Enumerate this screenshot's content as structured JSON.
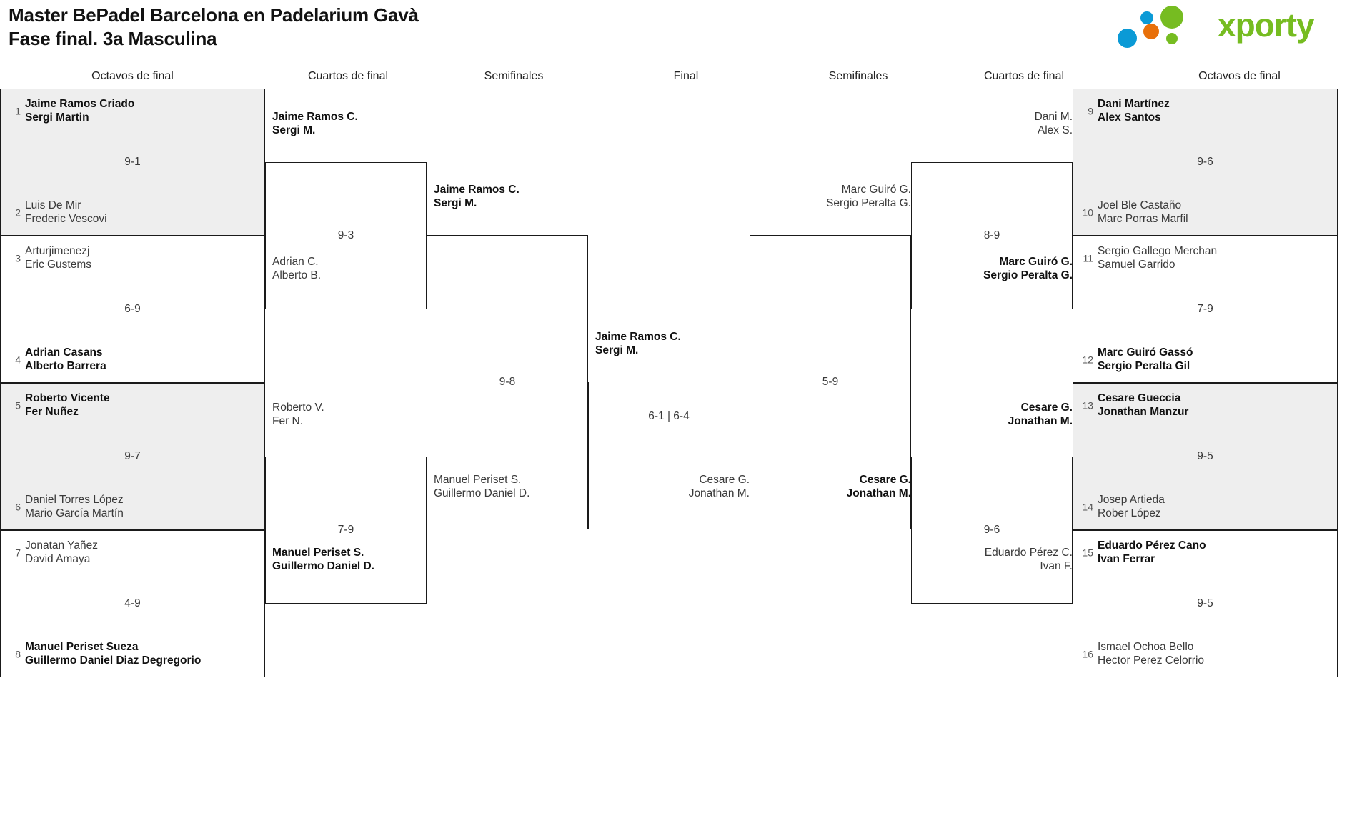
{
  "header": {
    "title_line1": "Master BePadel Barcelona en Padelarium Gavà",
    "title_line2": "Fase final. 3a Masculina",
    "logo_text": "xporty",
    "logo_colors": {
      "green": "#76bc21",
      "blue": "#0b9ad6",
      "orange": "#e8700a"
    }
  },
  "round_labels": {
    "left_r16": "Octavos de final",
    "left_qf": "Cuartos de final",
    "left_sf": "Semifinales",
    "final": "Final",
    "right_sf": "Semifinales",
    "right_qf": "Cuartos de final",
    "right_r16": "Octavos de final"
  },
  "left_r16": [
    {
      "seed": "1",
      "p1": "Jaime Ramos Criado",
      "p2": "Sergi Martin",
      "winner": true
    },
    {
      "seed": "2",
      "p1": "Luis De Mir",
      "p2": "Frederic Vescovi",
      "winner": false
    },
    {
      "seed": "3",
      "p1": "Arturjimenezj",
      "p2": "Eric Gustems",
      "winner": false
    },
    {
      "seed": "4",
      "p1": "Adrian Casans",
      "p2": "Alberto Barrera",
      "winner": true
    },
    {
      "seed": "5",
      "p1": "Roberto Vicente",
      "p2": "Fer Nuñez",
      "winner": true
    },
    {
      "seed": "6",
      "p1": "Daniel Torres López",
      "p2": "Mario García Martín",
      "winner": false
    },
    {
      "seed": "7",
      "p1": "Jonatan Yañez",
      "p2": "David Amaya",
      "winner": false
    },
    {
      "seed": "8",
      "p1": "Manuel Periset Sueza",
      "p2": "Guillermo Daniel Diaz Degregorio",
      "winner": true
    }
  ],
  "left_r16_scores": [
    "9-1",
    "6-9",
    "9-7",
    "4-9"
  ],
  "left_qf": [
    {
      "p1": "Jaime Ramos C.",
      "p2": "Sergi M.",
      "winner": true
    },
    {
      "p1": "Adrian C.",
      "p2": "Alberto B.",
      "winner": false
    },
    {
      "p1": "Roberto V.",
      "p2": "Fer N.",
      "winner": false
    },
    {
      "p1": "Manuel Periset S.",
      "p2": "Guillermo Daniel D.",
      "winner": true
    }
  ],
  "left_qf_scores": [
    "9-3",
    "7-9"
  ],
  "left_sf": [
    {
      "p1": "Jaime Ramos C.",
      "p2": "Sergi M.",
      "winner": true
    },
    {
      "p1": "Manuel Periset S.",
      "p2": "Guillermo Daniel D.",
      "winner": false
    }
  ],
  "left_sf_scores": [
    "9-8"
  ],
  "final": {
    "left": {
      "p1": "Jaime Ramos C.",
      "p2": "Sergi M.",
      "winner": true
    },
    "right": {
      "p1": "Cesare G.",
      "p2": "Jonathan M.",
      "winner": false
    },
    "score": "6-1 | 6-4"
  },
  "right_sf": [
    {
      "p1": "Marc Guiró G.",
      "p2": "Sergio Peralta G.",
      "winner": false
    },
    {
      "p1": "Cesare G.",
      "p2": "Jonathan M.",
      "winner": true
    }
  ],
  "right_sf_scores": [
    "5-9"
  ],
  "right_qf": [
    {
      "p1": "Dani M.",
      "p2": "Alex S.",
      "winner": false
    },
    {
      "p1": "Marc Guiró G.",
      "p2": "Sergio Peralta G.",
      "winner": true
    },
    {
      "p1": "Cesare G.",
      "p2": "Jonathan M.",
      "winner": true
    },
    {
      "p1": "Eduardo Pérez C.",
      "p2": "Ivan F.",
      "winner": false
    }
  ],
  "right_qf_scores": [
    "8-9",
    "9-6"
  ],
  "right_r16": [
    {
      "seed": "9",
      "p1": "Dani Martínez",
      "p2": "Alex Santos",
      "winner": true
    },
    {
      "seed": "10",
      "p1": "Joel Ble Castaño",
      "p2": "Marc Porras Marfil",
      "winner": false
    },
    {
      "seed": "11",
      "p1": "Sergio Gallego Merchan",
      "p2": "Samuel Garrido",
      "winner": false
    },
    {
      "seed": "12",
      "p1": "Marc Guiró Gassó",
      "p2": "Sergio Peralta Gil",
      "winner": true
    },
    {
      "seed": "13",
      "p1": "Cesare Gueccia",
      "p2": "Jonathan Manzur",
      "winner": true
    },
    {
      "seed": "14",
      "p1": "Josep Artieda",
      "p2": "Rober López",
      "winner": false
    },
    {
      "seed": "15",
      "p1": "Eduardo Pérez Cano",
      "p2": "Ivan Ferrar",
      "winner": true
    },
    {
      "seed": "16",
      "p1": "Ismael Ochoa Bello",
      "p2": "Hector Perez Celorrio",
      "winner": false
    }
  ],
  "right_r16_scores": [
    "9-6",
    "7-9",
    "9-5",
    "9-5"
  ]
}
